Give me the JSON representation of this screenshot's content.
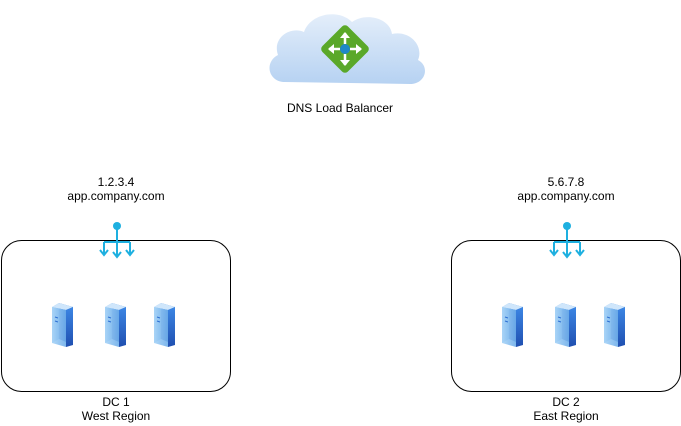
{
  "load_balancer": {
    "label": "DNS Load Balancer",
    "icon": "cloud-load-balancer-icon"
  },
  "datacenters": [
    {
      "ip": "1.2.3.4",
      "host": "app.company.com",
      "name": "DC 1",
      "region": "West Region",
      "server_count": 3
    },
    {
      "ip": "5.6.7.8",
      "host": "app.company.com",
      "name": "DC 2",
      "region": "East Region",
      "server_count": 3
    }
  ],
  "colors": {
    "cloud_fill": "#c5dcf5",
    "cloud_light": "#e8f1fb",
    "lb_green": "#5aa829",
    "lb_accent": "#1e88c7",
    "server_blue": "#2d6fd3",
    "server_light": "#8ec3f3",
    "ingress_cyan": "#1eb0e0",
    "container_border": "#000000"
  }
}
